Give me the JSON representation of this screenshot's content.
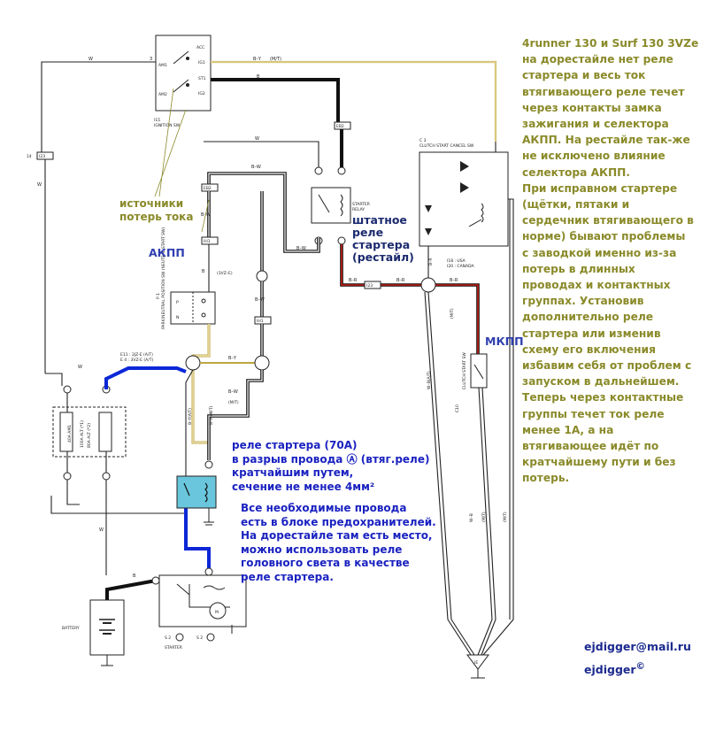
{
  "right_note": {
    "lines": [
      "4runner 130 и Surf 130 3VZe",
      "на дорестайле нет реле",
      "стартера и весь ток",
      "втягивающего реле течет",
      "через контакты замка",
      "зажигания и селектора",
      "АКПП. На рестайле так-же",
      "не исключено влияние",
      "селектора АКПП.",
      "При исправном стартере",
      "(щётки, пятаки и",
      "сердечник втягивающего в",
      "норме) бывают проблемы",
      "с заводкой именно из-за",
      "потерь в длинных",
      "проводах и контактных",
      "группах. Установив",
      "дополнительно реле",
      "стартера или изменив",
      "схему его включения",
      "избавим себя от проблем с",
      "запуском в дальнейшем.",
      "Теперь через контактные",
      "группы течет ток реле",
      "менее 1А, а на",
      "втягивающее идёт по",
      "кратчайшему пути  и без",
      "потерь."
    ]
  },
  "relay_note": {
    "lines": [
      "реле стартера (70А)",
      "в разрыв провода Ⓐ (втяг.реле)",
      "кратчайшим путем,",
      "сечение не менее  4мм²"
    ]
  },
  "wire_note": {
    "lines": [
      "Все необходимые провода",
      "есть в блоке предохранителей.",
      "На  дорестайле там есть место,",
      "можно использовать реле",
      "головного света в качестве",
      "      реле стартера."
    ]
  },
  "labels": {
    "current_sources": [
      "источники",
      "потерь тока"
    ],
    "akpp": "АКПП",
    "mkpp": "МКПП",
    "stock_relay": [
      "штатное",
      "реле",
      "стартера",
      "(рестайл)"
    ],
    "email": "ejdigger@mail.ru",
    "author": "ejdigger",
    "copyright": "©"
  },
  "schematic": {
    "ignition_sw": {
      "name": "I15",
      "title": "IGNITION SW",
      "pins": [
        "AM1",
        "AM2",
        "ACC",
        "IG1",
        "ST1",
        "IG2"
      ],
      "pin_nums": [
        "3",
        "2",
        "1",
        "8"
      ]
    },
    "connectors": [
      "I23",
      "EB2",
      "EB2",
      "IH1",
      "IH1",
      "I23"
    ],
    "clutch_cancel": {
      "name": "C 3",
      "title": "CLUTCH START CANCEL SW",
      "note": [
        "I18 : USA",
        "I20 : CANADA"
      ]
    },
    "starter_relay": {
      "title": [
        "STARTER",
        "RELAY"
      ]
    },
    "park_neutral": {
      "name": "P 1",
      "title": "PARK/NEUTRAL POSITION SW (NEUTRAL START SW)",
      "positions": [
        "P",
        "N"
      ]
    },
    "splice_note": [
      "E11 : 2JZ-E (A/T)",
      "E 4 : 3VZ-E (A/T)"
    ],
    "fusible": {
      "labels": [
        "40A AM1",
        "100A ALT (*1)",
        "80A ALT (*2)"
      ]
    },
    "clutch_start_sw": {
      "name": "C10",
      "title": "CLUTCH START SW"
    },
    "battery": "BATTERY",
    "starter": {
      "title": "STARTER",
      "pins": [
        "S 2",
        "S 2"
      ],
      "motor": "M"
    },
    "wire_colors": [
      "W",
      "B–Y",
      "(M/T)",
      "B",
      "B–W",
      "(A/T)",
      "B–R",
      "W–B",
      "(2JZ–E)",
      "(3VZ–E)",
      "B–W(M/T)",
      "B–Y(A/T)",
      "W–B(A/T)"
    ],
    "ground": "IE"
  },
  "colors": {
    "note_olive": "#8a8a2a",
    "note_blue": "#1a22c0",
    "akpp_blue": "#2f3fb0",
    "added_wire_blue": "#0b27d6",
    "relay_fill": "#69c6dc",
    "stock_wire_red": "#c81e14",
    "stock_wire_yellow": "#e8d890"
  }
}
